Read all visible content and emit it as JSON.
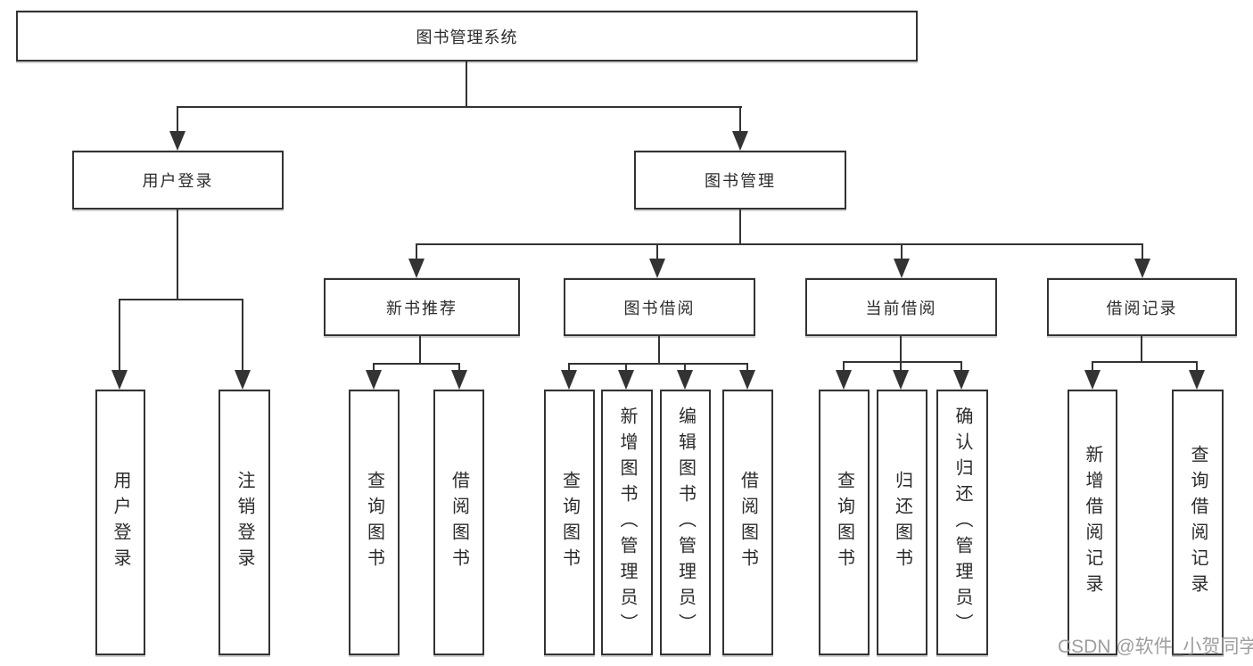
{
  "colors": {
    "line": "#333333",
    "box_border": "#333333",
    "box_fill": "#ffffff",
    "text": "#2b2b2b",
    "watermark": "#9e9e9e",
    "background": "#ffffff"
  },
  "watermark": "CSDN @软件_小贺同学",
  "tree": {
    "label": "图书管理系统",
    "children": [
      {
        "label": "用户登录",
        "children": [
          {
            "label": "用户登录"
          },
          {
            "label": "注销登录"
          }
        ]
      },
      {
        "label": "图书管理",
        "children": [
          {
            "label": "新书推荐",
            "children": [
              {
                "label": "查询图书"
              },
              {
                "label": "借阅图书"
              }
            ]
          },
          {
            "label": "图书借阅",
            "children": [
              {
                "label": "查询图书"
              },
              {
                "label": "新增图书（管理员）"
              },
              {
                "label": "编辑图书（管理员）"
              },
              {
                "label": "借阅图书"
              }
            ]
          },
          {
            "label": "当前借阅",
            "children": [
              {
                "label": "查询图书"
              },
              {
                "label": "归还图书"
              },
              {
                "label": "确认归还（管理员）"
              }
            ]
          },
          {
            "label": "借阅记录",
            "children": [
              {
                "label": "新增借阅记录"
              },
              {
                "label": "查询借阅记录"
              }
            ]
          }
        ]
      }
    ]
  }
}
